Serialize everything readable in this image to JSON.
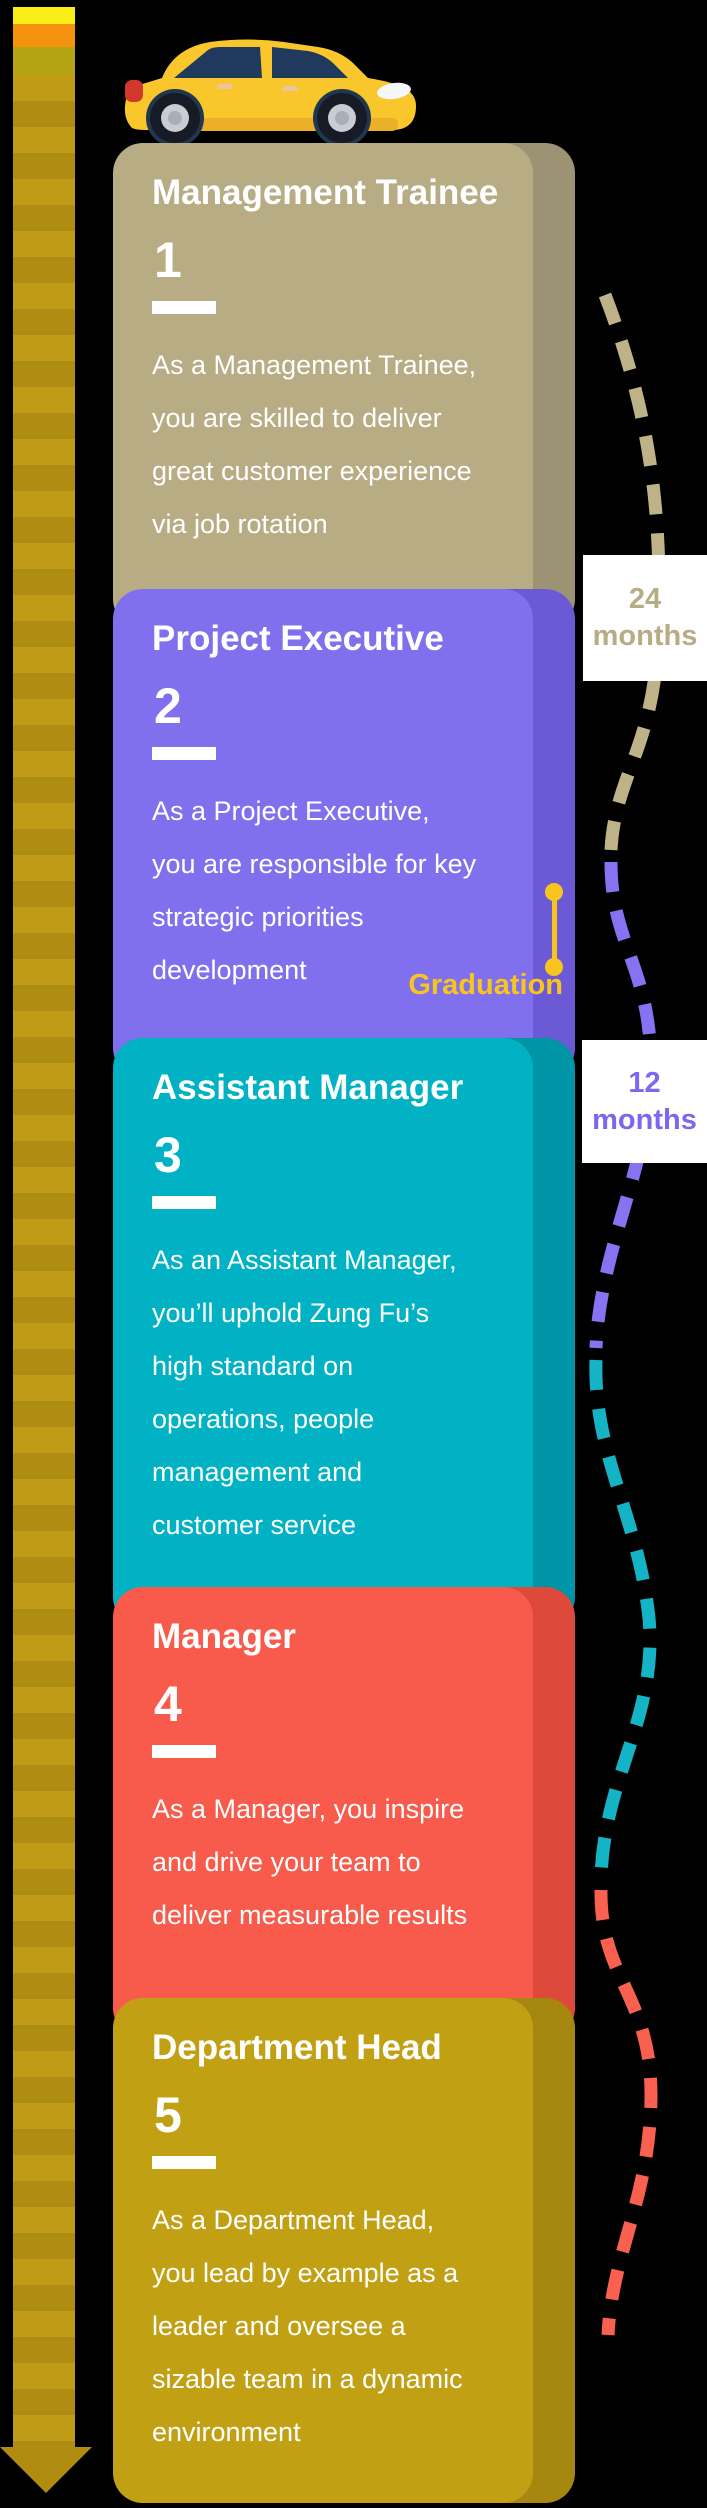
{
  "infographic": {
    "background": "#000000",
    "car_icon": {
      "name": "yellow-car",
      "body_color": "#F9C62B",
      "skirt_color": "#ECAF28",
      "window_color": "#1F3A5C",
      "taillight_color": "#D4372E",
      "headlight_color": "#F4F8FB",
      "arch_color": "#203750",
      "tire_color": "#161B26",
      "hub_color": "#C9CCD3"
    },
    "progress_arrow": {
      "top_colors": [
        "#F8ED15",
        "#F6930E",
        "#B4A312"
      ],
      "band_colors": [
        "#C09B16",
        "#AF8C12"
      ],
      "arrowhead_color": "#B08D10"
    },
    "stages": [
      {
        "number": "1",
        "title": "Management Trainee",
        "color": "#B7AC84",
        "shadow_color": "#9C9274",
        "lines": [
          "As a Management Trainee,",
          "you are skilled to deliver",
          "great customer experience",
          "via job rotation"
        ]
      },
      {
        "number": "2",
        "title": "Project Executive",
        "color": "#8170EE",
        "shadow_color": "#6C59D6",
        "lines": [
          "As a Project Executive,",
          "you are responsible for key",
          "strategic priorities",
          "development"
        ]
      },
      {
        "number": "3",
        "title": "Assistant Manager",
        "color": "#00B2C4",
        "shadow_color": "#0095A6",
        "lines": [
          "As an Assistant Manager,",
          "you’ll uphold Zung Fu’s",
          "high standard on",
          "operations, people",
          "management and",
          "customer service"
        ]
      },
      {
        "number": "4",
        "title": "Manager",
        "color": "#F85B4B",
        "shadow_color": "#DD4A3C",
        "lines": [
          "As a Manager, you inspire",
          "and drive your team to",
          "deliver measurable results"
        ]
      },
      {
        "number": "5",
        "title": "Department Head",
        "color": "#C2A014",
        "shadow_color": "#A68810",
        "lines": [
          "As a Department Head,",
          "you lead by example as a",
          "leader and oversee a",
          "sizable team in a dynamic",
          "environment"
        ]
      }
    ],
    "duration_badges": [
      {
        "value": "24",
        "unit": "months",
        "text_color": "#B7AC84"
      },
      {
        "value": "12",
        "unit": "months",
        "text_color": "#7A68EE"
      }
    ],
    "graduation": {
      "label": "Graduation",
      "color": "#F7C51E"
    },
    "dash_path_colors": {
      "tan": "#BEB289",
      "purple": "#8673F2",
      "teal": "#14B4C6",
      "red": "#F9604F"
    }
  }
}
